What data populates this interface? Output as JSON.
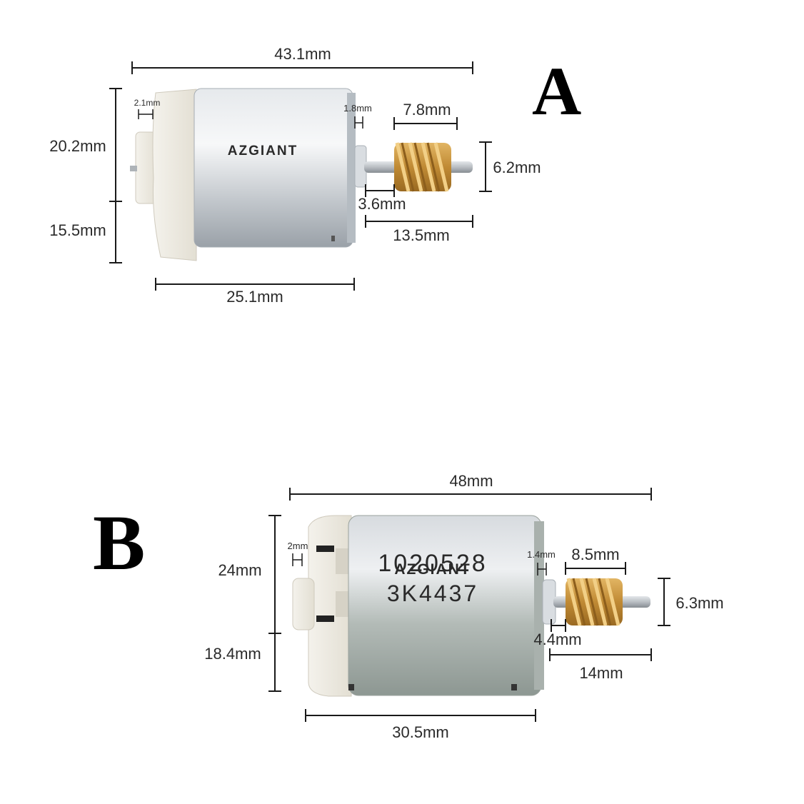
{
  "motor_a": {
    "letter": "A",
    "brand": "AZGIANT",
    "dims": {
      "overall_length": "43.1mm",
      "height_upper": "20.2mm",
      "height_lower": "15.5mm",
      "body_length": "25.1mm",
      "end_cap_thickness": "2.1mm",
      "shaft_collar": "1.8mm",
      "gear_length": "7.8mm",
      "gear_diameter": "6.2mm",
      "shaft_gap": "3.6mm",
      "shaft_length": "13.5mm"
    }
  },
  "motor_b": {
    "letter": "B",
    "brand": "AZGIANT",
    "marking_line1": "1020528",
    "marking_line2": "3K4437",
    "dims": {
      "overall_length": "48mm",
      "height_upper": "24mm",
      "height_lower": "18.4mm",
      "body_length": "30.5mm",
      "end_cap_thickness": "2mm",
      "shaft_collar": "1.4mm",
      "gear_length": "8.5mm",
      "gear_diameter": "6.3mm",
      "shaft_gap": "4.4mm",
      "shaft_length": "14mm"
    }
  },
  "colors": {
    "metal": "#c9ced3",
    "metal_dark": "#8e969e",
    "plastic": "#efece4",
    "brass": "#c8963e",
    "shaft": "#b8bdc2"
  }
}
